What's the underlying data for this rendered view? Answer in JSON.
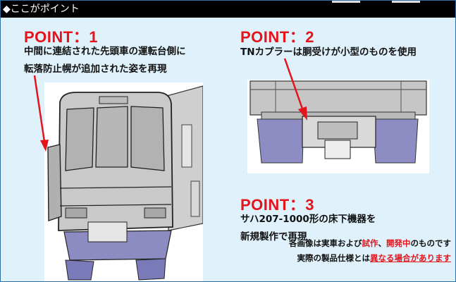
{
  "header": {
    "title": "◆ここがポイント"
  },
  "points": [
    {
      "title": "POINT：1",
      "lines": [
        "中間に連結された先頭車の運転台側に",
        "転落防止幌が追加された姿を再現"
      ]
    },
    {
      "title": "POINT：2",
      "lines": [
        "TNカプラーは胴受けが小型のものを使用"
      ]
    },
    {
      "title": "POINT：3",
      "lines": [
        "サハ207-1000形の床下機器を",
        "新規製作で再現"
      ]
    }
  ],
  "notes": {
    "line1": {
      "prefix": "各画像は実車および",
      "red1": "試作",
      "mid": "、",
      "red2": "開発中",
      "suffix": "のものです"
    },
    "line2": {
      "prefix": "実際の製品仕様とは",
      "red": "異なる場合があります"
    }
  },
  "colors": {
    "accent_red": "#e3141c",
    "panel_bg": "#dff1fb",
    "border": "#2f6fa8"
  }
}
